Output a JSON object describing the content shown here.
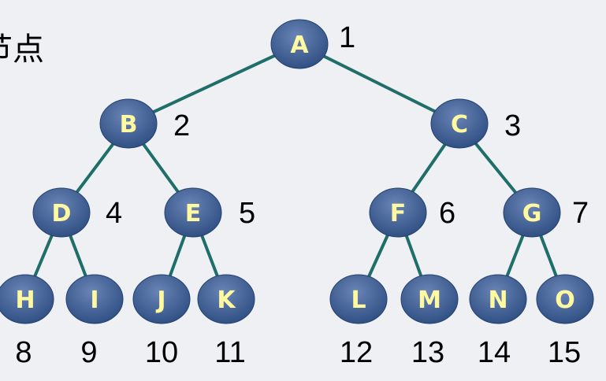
{
  "heading": "节点",
  "colors": {
    "background": "#eef0f4",
    "node_fill_top": "#6a84b6",
    "node_fill_bottom": "#2c4c80",
    "node_label": "#fffaa0",
    "edge": "#1f6e6a",
    "number": "#000000"
  },
  "nodes": [
    {
      "id": "A",
      "number": "1"
    },
    {
      "id": "B",
      "number": "2"
    },
    {
      "id": "C",
      "number": "3"
    },
    {
      "id": "D",
      "number": "4"
    },
    {
      "id": "E",
      "number": "5"
    },
    {
      "id": "F",
      "number": "6"
    },
    {
      "id": "G",
      "number": "7"
    },
    {
      "id": "H",
      "number": "8"
    },
    {
      "id": "I",
      "number": "9"
    },
    {
      "id": "J",
      "number": "10"
    },
    {
      "id": "K",
      "number": "11"
    },
    {
      "id": "L",
      "number": "12"
    },
    {
      "id": "M",
      "number": "13"
    },
    {
      "id": "N",
      "number": "14"
    },
    {
      "id": "O",
      "number": "15"
    }
  ],
  "edges": [
    [
      "A",
      "B"
    ],
    [
      "A",
      "C"
    ],
    [
      "B",
      "D"
    ],
    [
      "B",
      "E"
    ],
    [
      "C",
      "F"
    ],
    [
      "C",
      "G"
    ],
    [
      "D",
      "H"
    ],
    [
      "D",
      "I"
    ],
    [
      "E",
      "J"
    ],
    [
      "E",
      "K"
    ],
    [
      "F",
      "L"
    ],
    [
      "F",
      "M"
    ],
    [
      "G",
      "N"
    ],
    [
      "G",
      "O"
    ]
  ]
}
